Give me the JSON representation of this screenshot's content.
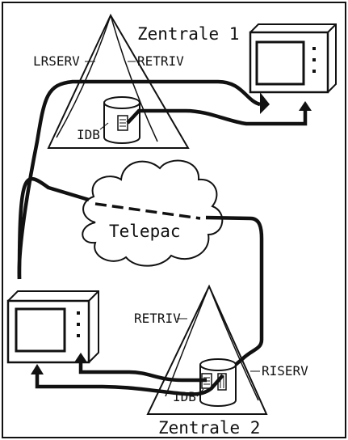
{
  "nodes": {
    "zentrale1": {
      "title": "Zentrale 1",
      "left": "LRSERV",
      "right": "RETRIV",
      "db": "IDB"
    },
    "zentrale2": {
      "title": "Zentrale 2",
      "left": "RETRIV",
      "right": "RISERV",
      "db": "IDB"
    },
    "network": {
      "label": "Telepac"
    }
  }
}
